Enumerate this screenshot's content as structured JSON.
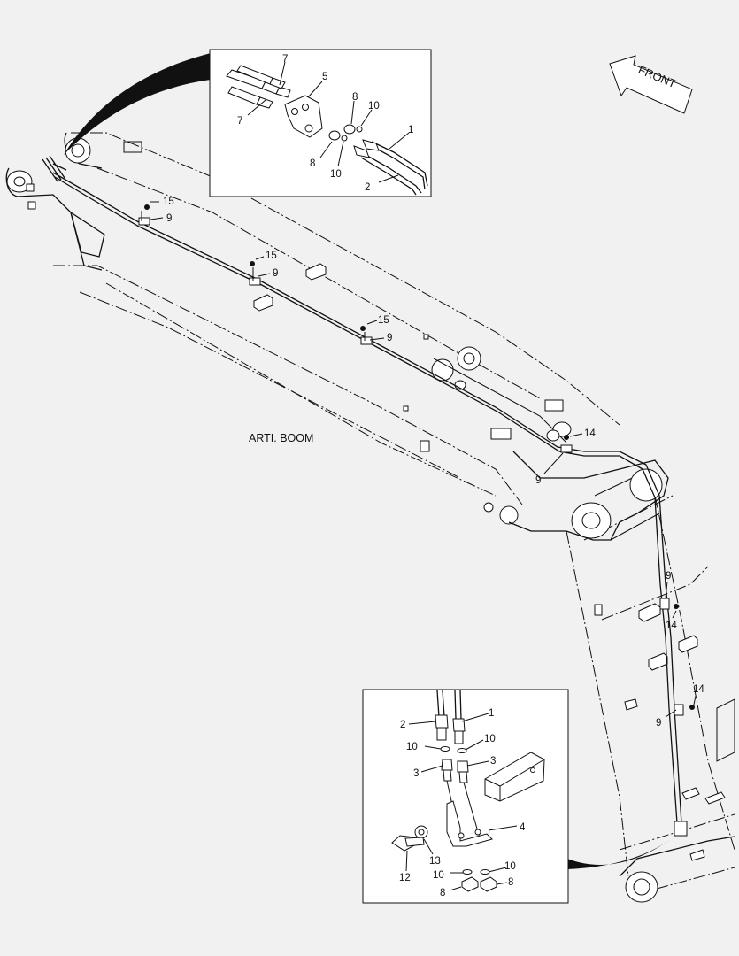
{
  "title": "ARTI. BOOM",
  "front_label": "FRONT",
  "callouts": {
    "top_inset": [
      "7",
      "5",
      "7",
      "8",
      "10",
      "1",
      "8",
      "10",
      "2"
    ],
    "boom_upper": [
      "15",
      "9",
      "15",
      "9",
      "15",
      "9"
    ],
    "boom_elbow": [
      "14",
      "9"
    ],
    "boom_lower": [
      "9",
      "14",
      "14",
      "9"
    ],
    "bottom_inset": [
      "1",
      "2",
      "10",
      "10",
      "3",
      "3",
      "4",
      "13",
      "12",
      "10",
      "10",
      "8",
      "8"
    ]
  }
}
